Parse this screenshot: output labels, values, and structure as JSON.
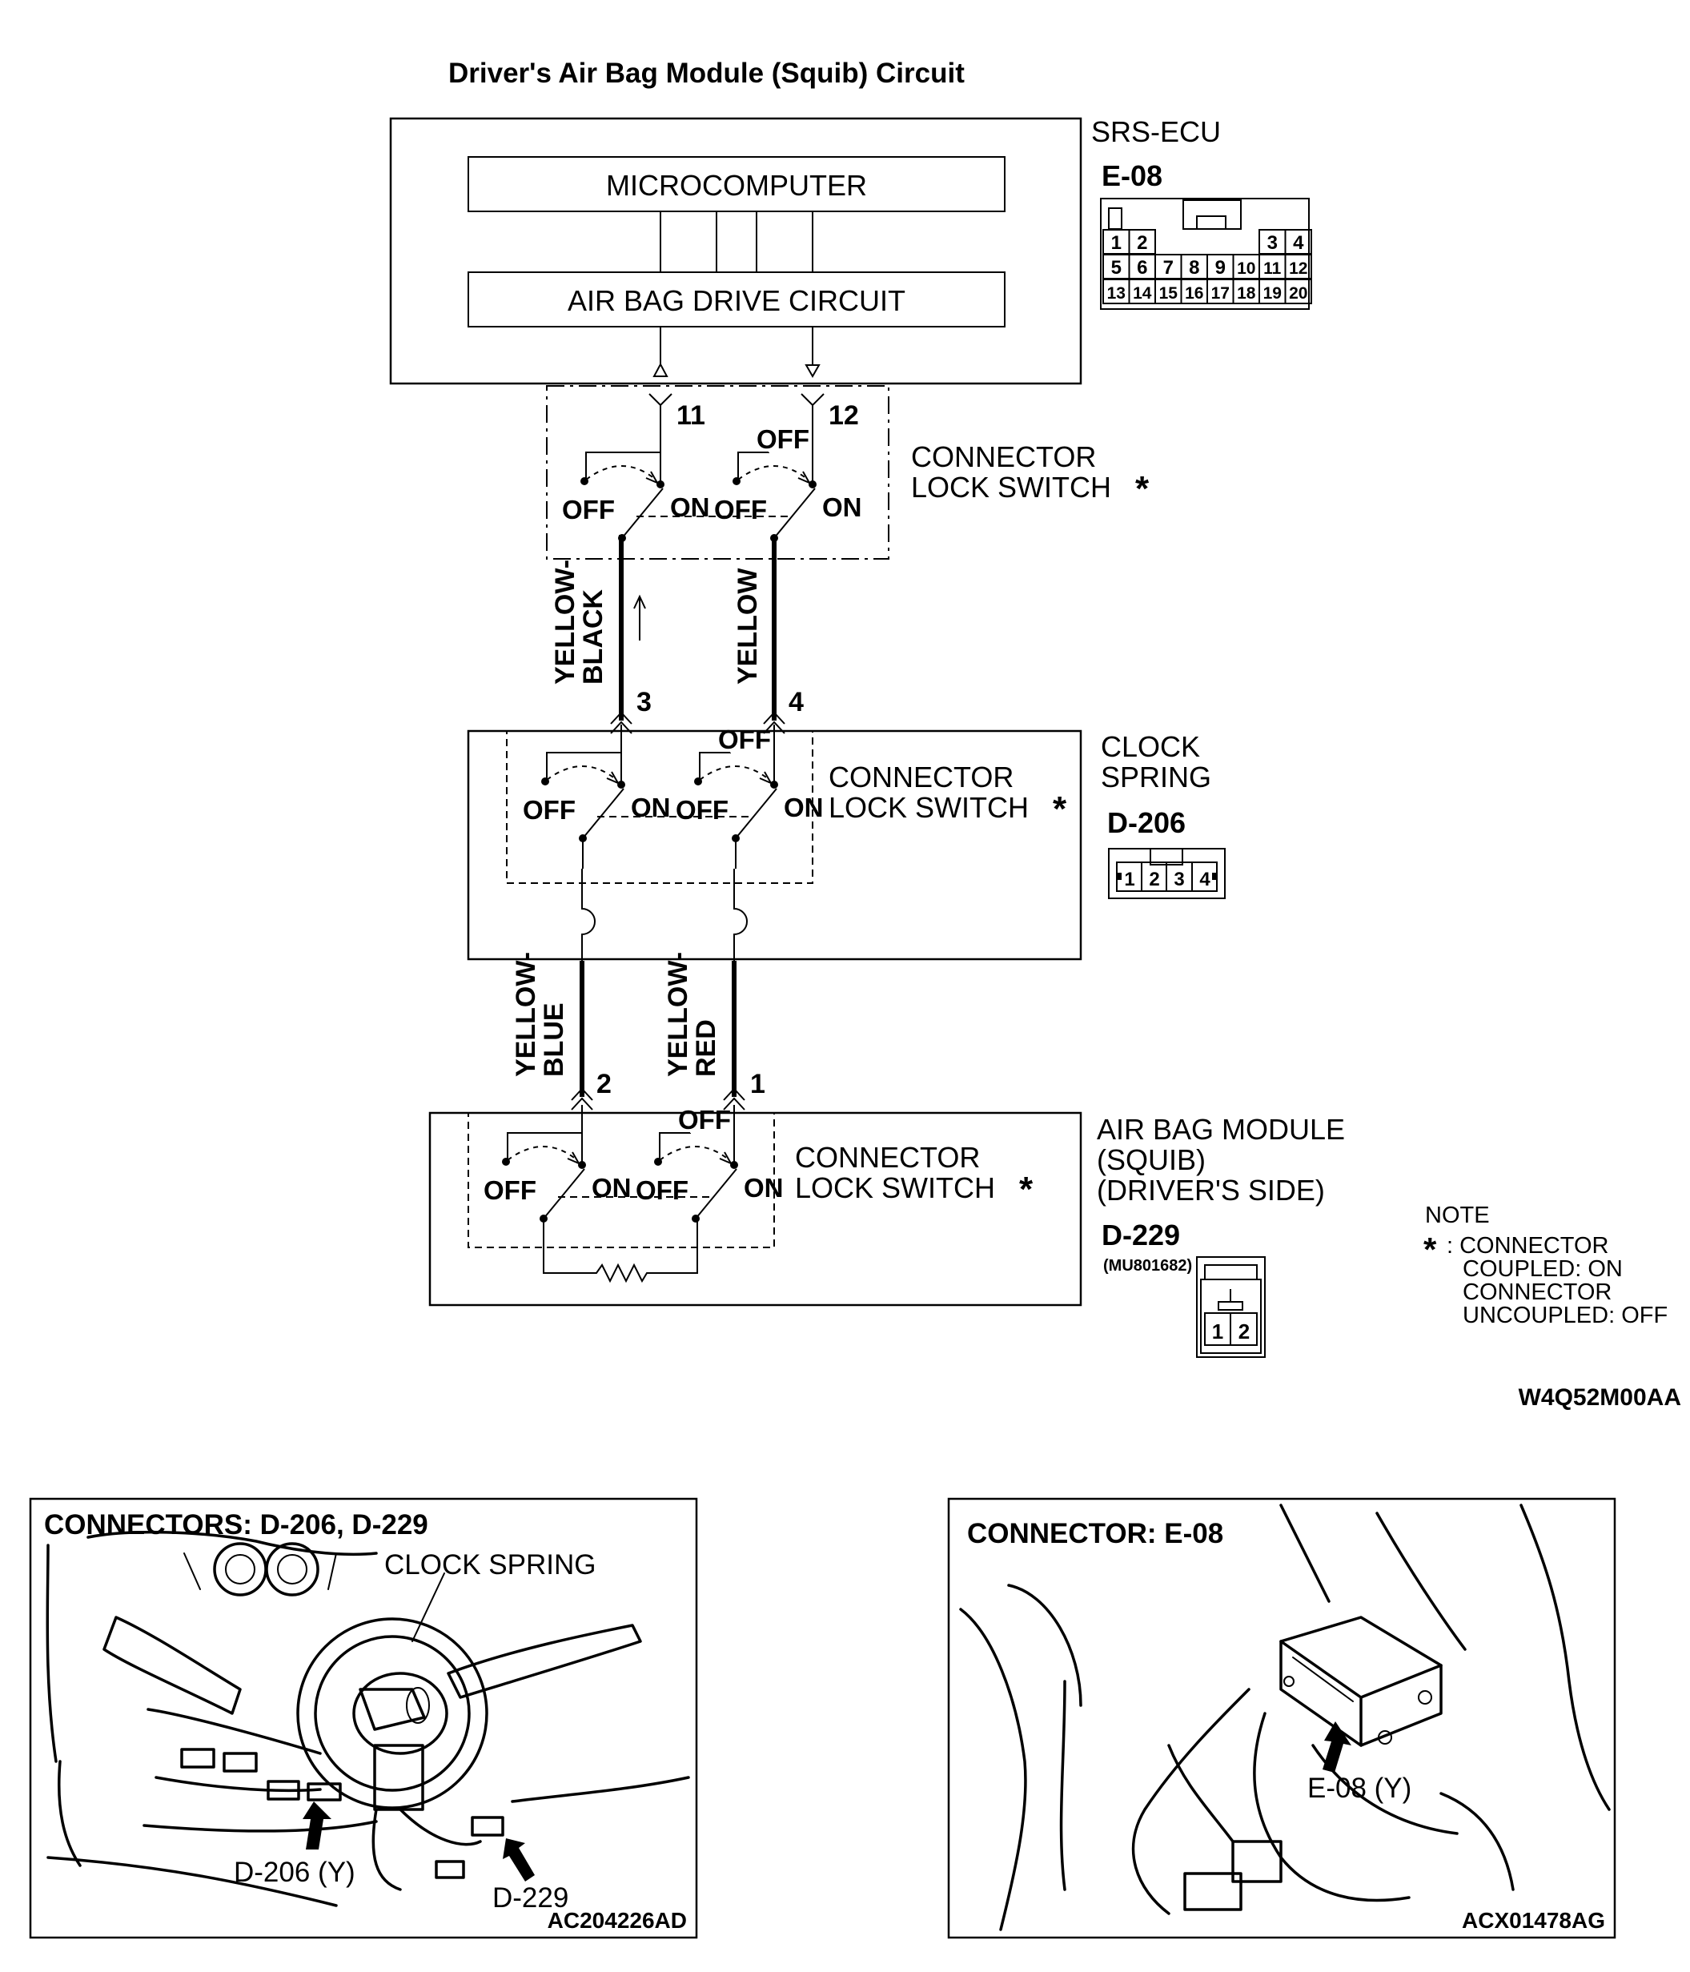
{
  "title": "Driver's Air Bag Module (Squib) Circuit",
  "srs_ecu": {
    "label": "SRS-ECU",
    "connector": "E-08",
    "microcomputer": "MICROCOMPUTER",
    "drive_circuit": "AIR BAG DRIVE CIRCUIT",
    "pin_row1": [
      "1",
      "2",
      "3",
      "4"
    ],
    "pin_row2": [
      "5",
      "6",
      "7",
      "8",
      "9",
      "10",
      "11",
      "12"
    ],
    "pin_row3": [
      "13",
      "14",
      "15",
      "16",
      "17",
      "18",
      "19",
      "20"
    ]
  },
  "ecu_terminals": [
    "11",
    "12"
  ],
  "switch": {
    "off": "OFF",
    "on": "ON",
    "connector_lock_line1": "CONNECTOR",
    "connector_lock_line2": "LOCK SWITCH",
    "star": "*"
  },
  "wires_upper": [
    {
      "line1": "YELLOW-",
      "line2": "BLACK",
      "terminal": "3"
    },
    {
      "line1": "YELLOW",
      "line2": "",
      "terminal": "4"
    }
  ],
  "clock_spring": {
    "line1": "CLOCK",
    "line2": "SPRING",
    "connector": "D-206",
    "pins": [
      "1",
      "2",
      "3",
      "4"
    ]
  },
  "wires_lower": [
    {
      "line1": "YELLOW-",
      "line2": "BLUE",
      "terminal": "2"
    },
    {
      "line1": "YELLOW-",
      "line2": "RED",
      "terminal": "1"
    }
  ],
  "airbag_module": {
    "line1": "AIR BAG MODULE",
    "line2": "(SQUIB)",
    "line3": "(DRIVER'S SIDE)",
    "connector": "D-229",
    "part_no": "(MU801682)",
    "pins": [
      "1",
      "2"
    ]
  },
  "note": {
    "heading": "NOTE",
    "star": "*",
    "line1": ": CONNECTOR",
    "line2": "COUPLED: ON",
    "line3": "CONNECTOR",
    "line4": "UNCOUPLED: OFF"
  },
  "diagram_code": "W4Q52M00AA",
  "photo_left": {
    "title": "CONNECTORS: D-206, D-229",
    "label_clock": "CLOCK SPRING",
    "label_d206": "D-206 (Y)",
    "label_d229": "D-229",
    "code": "AC204226AD"
  },
  "photo_right": {
    "title": "CONNECTOR: E-08",
    "label_e08": "E-08 (Y)",
    "code": "ACX01478AG"
  }
}
